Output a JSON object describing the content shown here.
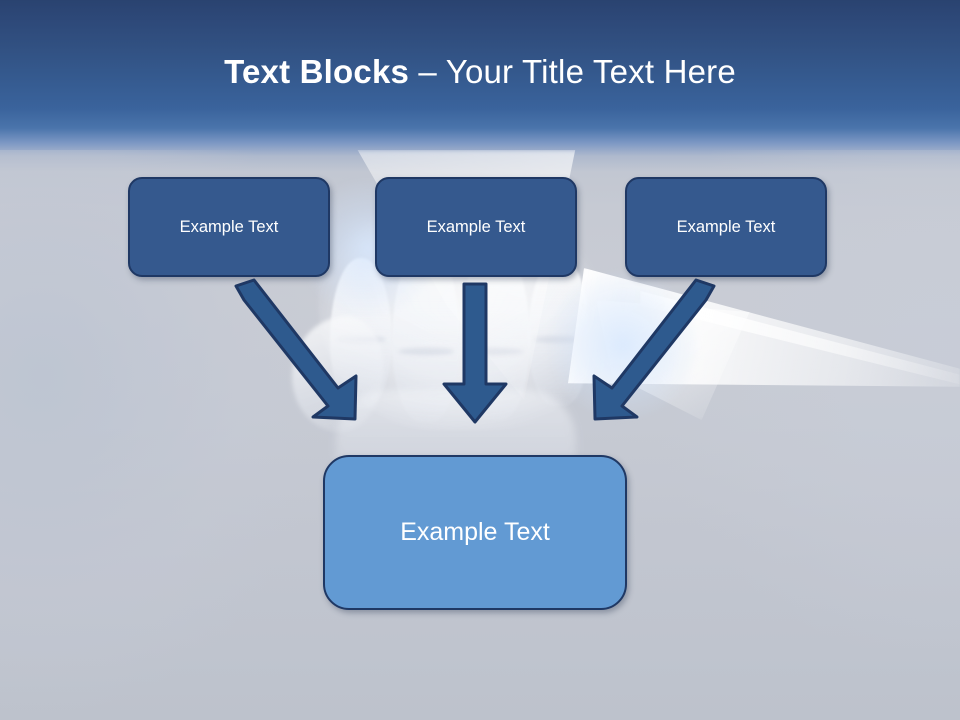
{
  "slide": {
    "title": {
      "bold_part": "Text Blocks",
      "rest_part": " – Your Title Text Here",
      "full": "Text Blocks – Your Title Text Here"
    },
    "top_boxes": [
      {
        "label": "Example Text"
      },
      {
        "label": "Example Text"
      },
      {
        "label": "Example Text"
      }
    ],
    "bottom_box": {
      "label": "Example Text"
    },
    "arrows": [
      {
        "name": "arrow-down-right",
        "direction": "down-right"
      },
      {
        "name": "arrow-down",
        "direction": "down"
      },
      {
        "name": "arrow-down-left",
        "direction": "down-left"
      }
    ],
    "colors": {
      "title_text": "#ffffff",
      "header_gradient_top": "#2a4370",
      "header_gradient_bottom": "#4a74ab",
      "background": "#c6cad3",
      "top_box_fill": "#35598e",
      "bottom_box_fill": "#629ad3",
      "box_outline": "#1f3864",
      "arrow_fill": "#2e5a8e",
      "arrow_outline": "#1f3864"
    }
  }
}
